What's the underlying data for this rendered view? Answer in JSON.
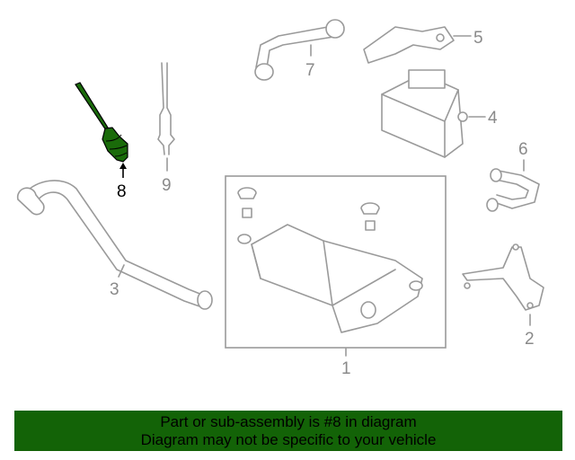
{
  "diagram": {
    "callouts": [
      "1",
      "2",
      "3",
      "4",
      "5",
      "6",
      "7",
      "8",
      "9"
    ],
    "highlight_color": "#1a6b0a"
  },
  "banner": {
    "line1": "Part or sub-assembly is #8 in diagram",
    "line2": "Diagram may not be specific to your vehicle",
    "color": "#136307"
  }
}
